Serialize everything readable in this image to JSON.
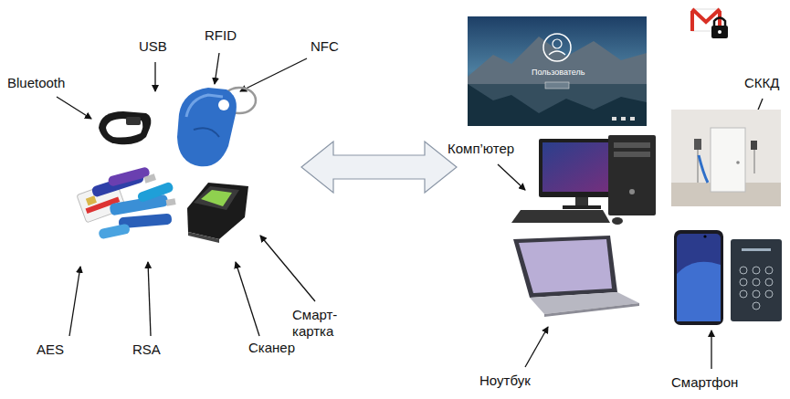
{
  "diagram": {
    "labels": [
      "Bluetooth",
      "USB",
      "RFID",
      "NFC",
      "AES",
      "RSA",
      "Сканер",
      "Смарт-картка",
      "Комп’ютер",
      "СККД",
      "Ноутбук",
      "Смартфон",
      "Пользователь"
    ]
  }
}
